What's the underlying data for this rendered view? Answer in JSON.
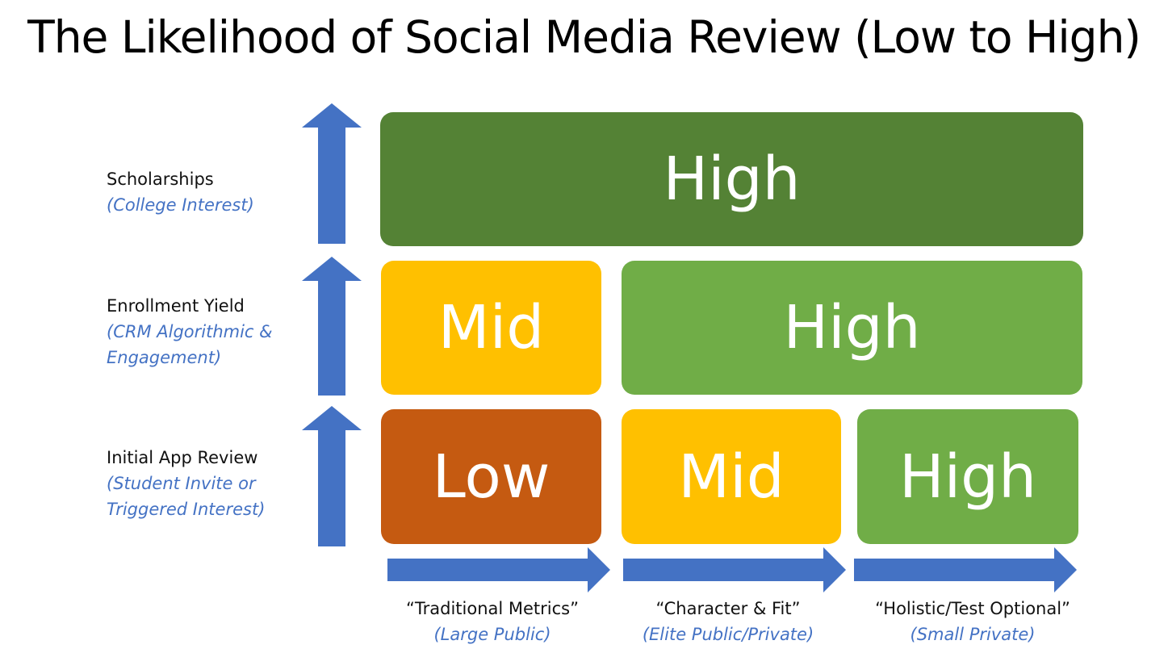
{
  "title": "The Likelihood of Social Media Review (Low to High)",
  "colors": {
    "dark_green": "#548235",
    "light_green": "#70AD47",
    "gold": "#FFC000",
    "orange": "#C55A11",
    "arrow_blue": "#4472C4",
    "sub_label_blue": "#4472C4"
  },
  "rows": [
    {
      "label": "Scholarships",
      "sub_label": "(College Interest)"
    },
    {
      "label": "Enrollment Yield",
      "sub_label_line1": "(CRM Algorithmic &",
      "sub_label_line2": "Engagement)"
    },
    {
      "label": "Initial App Review",
      "sub_label_line1": "(Student Invite or",
      "sub_label_line2": "Triggered Interest)"
    }
  ],
  "columns": [
    {
      "label": "“Traditional Metrics”",
      "sub_label": "(Large Public)"
    },
    {
      "label": "“Character & Fit”",
      "sub_label": "(Elite Public/Private)"
    },
    {
      "label": "“Holistic/Test Optional”",
      "sub_label": "(Small Private)"
    }
  ],
  "cells": {
    "scholarships_all": "High",
    "yield_traditional": "Mid",
    "yield_character_holistic": "High",
    "initial_traditional": "Low",
    "initial_character": "Mid",
    "initial_holistic": "High"
  }
}
